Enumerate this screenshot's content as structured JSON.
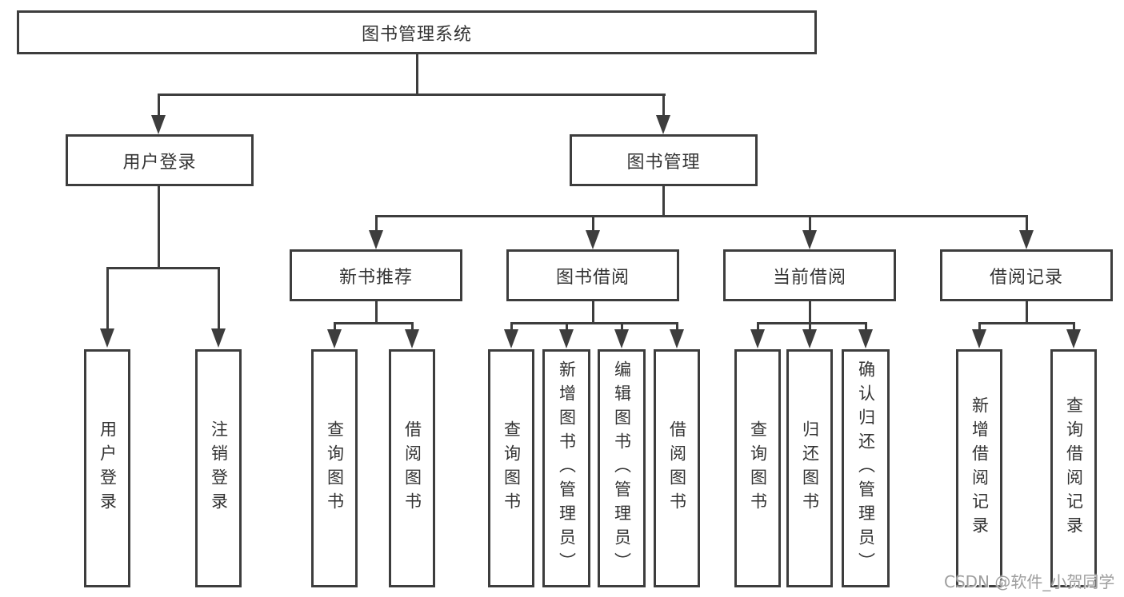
{
  "diagram": {
    "title": "图书管理系统",
    "nodes": {
      "root": {
        "label": "图书管理系统"
      },
      "level2": [
        {
          "id": "user-login",
          "label": "用户登录"
        },
        {
          "id": "book-management",
          "label": "图书管理"
        }
      ],
      "level3": [
        {
          "id": "new-book-recommend",
          "label": "新书推荐",
          "parent": "图书管理"
        },
        {
          "id": "book-borrow",
          "label": "图书借阅",
          "parent": "图书管理"
        },
        {
          "id": "current-borrow",
          "label": "当前借阅",
          "parent": "图书管理"
        },
        {
          "id": "borrow-records",
          "label": "借阅记录",
          "parent": "图书管理"
        }
      ],
      "leaves": [
        {
          "id": "leaf-user-login",
          "label": "用户登录",
          "parent": "用户登录"
        },
        {
          "id": "leaf-logout",
          "label": "注销登录",
          "parent": "用户登录"
        },
        {
          "id": "leaf-query-book-1",
          "label": "查询图书",
          "parent": "新书推荐"
        },
        {
          "id": "leaf-borrow-book-1",
          "label": "借阅图书",
          "parent": "新书推荐"
        },
        {
          "id": "leaf-query-book-2",
          "label": "查询图书",
          "parent": "图书借阅"
        },
        {
          "id": "leaf-add-book",
          "label": "新增图书（管理员）",
          "parent": "图书借阅"
        },
        {
          "id": "leaf-edit-book",
          "label": "编辑图书（管理员）",
          "parent": "图书借阅"
        },
        {
          "id": "leaf-borrow-book-2",
          "label": "借阅图书",
          "parent": "图书借阅"
        },
        {
          "id": "leaf-query-book-3",
          "label": "查询图书",
          "parent": "当前借阅"
        },
        {
          "id": "leaf-return-book",
          "label": "归还图书",
          "parent": "当前借阅"
        },
        {
          "id": "leaf-confirm-return",
          "label": "确认归还（管理员）",
          "parent": "当前借阅"
        },
        {
          "id": "leaf-add-borrow-record",
          "label": "新增借阅记录",
          "parent": "借阅记录"
        },
        {
          "id": "leaf-query-borrow-record",
          "label": "查询借阅记录",
          "parent": "借阅记录"
        }
      ]
    },
    "colors": {
      "line": "#3d3d3d",
      "text": "#333333",
      "watermark": "#9e9e9e",
      "background": "#ffffff"
    }
  },
  "watermark": {
    "text": "CSDN @软件_小贺同学"
  }
}
